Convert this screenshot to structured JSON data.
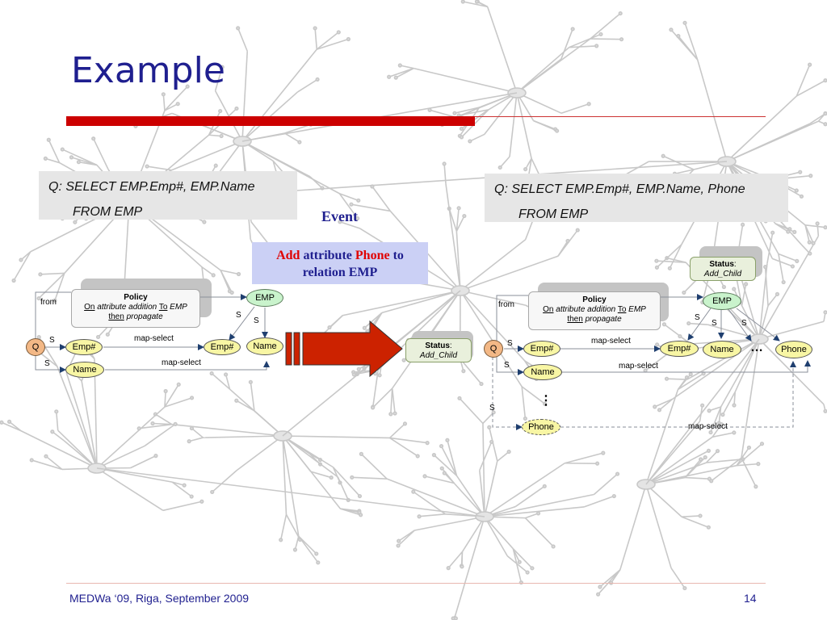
{
  "slide": {
    "title": "Example",
    "footer_left": "MEDWa ‘09, Riga, September 2009",
    "page_number": "14"
  },
  "query_left": {
    "line1": "Q:  SELECT EMP.Emp#, EMP.Name",
    "line2": "FROM EMP"
  },
  "query_right": {
    "line1": "Q:  SELECT EMP.Emp#, EMP.Name, Phone",
    "line2": "FROM EMP"
  },
  "event": {
    "label": "Event",
    "add": "Add",
    "attribute": "attribute",
    "phone": "Phone",
    "to": "to",
    "line2": "relation EMP"
  },
  "policy": {
    "heading": "Policy",
    "on": "On",
    "attribute_addition": "attribute addition",
    "to": "To",
    "emp": "EMP",
    "then": "then",
    "propagate": "propagate"
  },
  "status": {
    "label": "Status",
    "colon": ":",
    "value": "Add_Child"
  },
  "nodes": {
    "q": "Q",
    "emp_hash": "Emp#",
    "name": "Name",
    "emp": "EMP",
    "phone": "Phone"
  },
  "edge_labels": {
    "from": "from",
    "s": "S",
    "map_select": "map-select",
    "ellipsis": "…",
    "vdots": "⋮"
  },
  "colors": {
    "title": "#1f1f8f",
    "accent_red": "#cc0000",
    "query_box": "#e6e6e6",
    "event_box": "#cbd0f5",
    "node_yellow": "#f8f6a4",
    "node_green": "#c9f3cc",
    "node_orange": "#f3b886",
    "big_arrow": "#cc2200"
  }
}
